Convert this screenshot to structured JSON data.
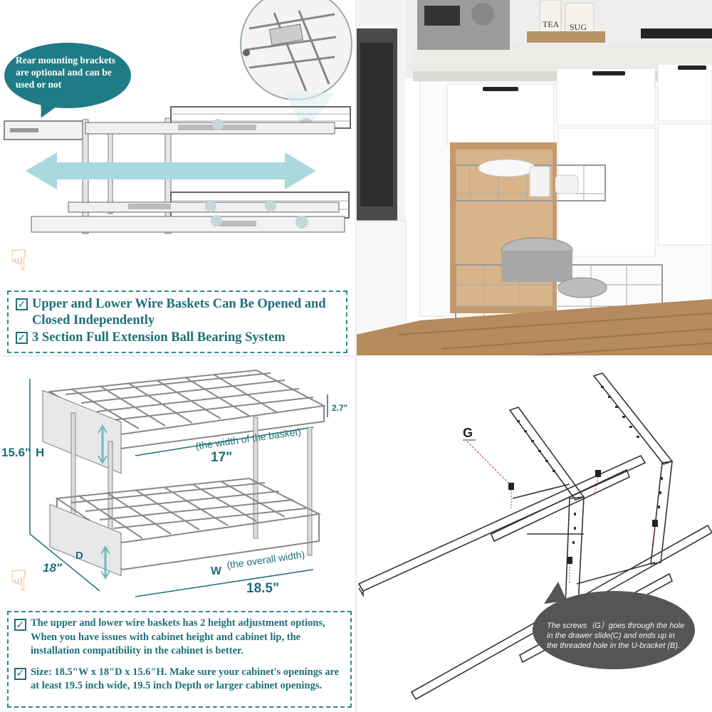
{
  "top_left": {
    "bubble_text": "Rear mounting brackets are optional and can be used or not",
    "features": [
      "Upper and Lower Wire Baskets Can Be Opened and Closed Independently",
      "3 Section Full Extension Ball Bearing System"
    ],
    "hand_icon": "pointing-hand-icon",
    "arrow_color": "#a9d9de"
  },
  "top_right": {
    "canister_labels": [
      "TEA",
      "SUG"
    ]
  },
  "bottom_left": {
    "dimensions": {
      "height": "15.6\"",
      "height_letter": "H",
      "depth": "18\"",
      "depth_letter": "D",
      "basket_width_note": "(the width of the basket)",
      "basket_width": "17\"",
      "overall_width_letter": "W",
      "overall_width_note": "(the overall width)",
      "overall_width": "18.5\"",
      "basket_height": "2.7\""
    },
    "features": [
      "The upper and lower wire baskets has 2 height adjustment options, When you have issues with cabinet height and cabinet lip,  the installation compatibility in the cabinet is better.",
      "Size:  18.5\"W x 18\"D x 15.6\"H. Make sure your cabinet's openings are at least 19.5 inch wide, 19.5 inch Depth or larger cabinet openings."
    ],
    "size_underlined": "18.5\"W x 18\"D x 15.6\"H."
  },
  "bottom_right": {
    "screw_label": "G",
    "callout_text": "The screws（G）goes through the hole in the drawer slide(C) and ends up in the threaded hole in the U-bracket (B)."
  }
}
